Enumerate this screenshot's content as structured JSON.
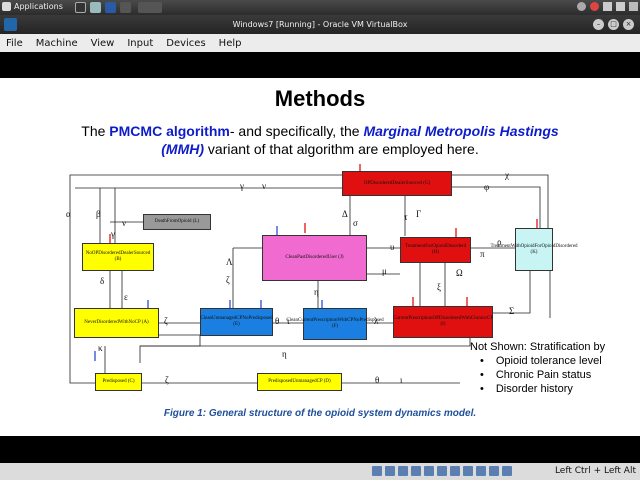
{
  "host_panel": {
    "applications_label": "Applications"
  },
  "window": {
    "title": "Windows7 [Running] - Oracle VM VirtualBox"
  },
  "menu": {
    "items": [
      "File",
      "Machine",
      "View",
      "Input",
      "Devices",
      "Help"
    ]
  },
  "slide": {
    "title": "Methods",
    "intro": {
      "p1": "The ",
      "pmcmc": "PMCMC algorithm",
      "p2": "- and specifically, the ",
      "mmh1": "Marginal Metropolis Hastings",
      "mmh2": "(MMH)",
      "p3": " variant of that algorithm are employed here."
    },
    "boxes": {
      "opd_dealer": "OPDisorderedDealerSourced (G)",
      "death": "DeathFromOpioid (L)",
      "noopd_dealer": "NoOPDisorderedDealerSourced (B)",
      "clean_past": "CleanPastDisorderedUser (J)",
      "treatment_opioid": "TreatmentForOpioidDisorderd (H)",
      "treatment_without": "TreatmentWithOpioidForOpioidDisordered (K)",
      "never": "NeverDisorderedWithNoCP (A)",
      "clean_unmanaged": "CleanUnmanagedCPNoPredisposed (E)",
      "clean_current": "CleanCurrentPrescriptionWithCPNoPredisposed (F)",
      "current_rx": "CurrentPrescriptionOPDisorderedWithChronicCP (I)",
      "predisposed": "Predisposed (C)",
      "predisposed_unmanaged": "PredisposedUnmanagedCP (D)"
    },
    "symbols": {
      "gamma": "γ",
      "nu": "ν",
      "chi": "χ",
      "phi": "φ",
      "alpha": "α",
      "beta": "β",
      "delta": "δ",
      "sigma": "σ",
      "tau": "τ",
      "Gamma": "Γ",
      "Delta": "Δ",
      "upsilon": "υ",
      "rho": "ρ",
      "pi": "π",
      "Lambda": "Λ",
      "zeta": "ζ",
      "mu": "μ",
      "Omega": "Ω",
      "xi": "ξ",
      "epsilon": "ε",
      "eta": "η",
      "theta": "θ",
      "iota": "ι",
      "lambda": "λ",
      "Sigma": "Σ",
      "kappa": "κ"
    },
    "not_shown": {
      "heading": "Not Shown: Stratification by",
      "items": [
        "Opioid tolerance level",
        "Chronic Pain status",
        "Disorder history"
      ]
    },
    "caption": "Figure 1: General structure of the opioid system dynamics model."
  },
  "statusbar": {
    "host_key": "Left Ctrl + Left Alt"
  },
  "colors": {
    "red": "#e01010",
    "yellow": "#ffff00",
    "blue": "#1a7fe0",
    "pink": "#f06ad0",
    "cyan": "#c8f4f4"
  }
}
